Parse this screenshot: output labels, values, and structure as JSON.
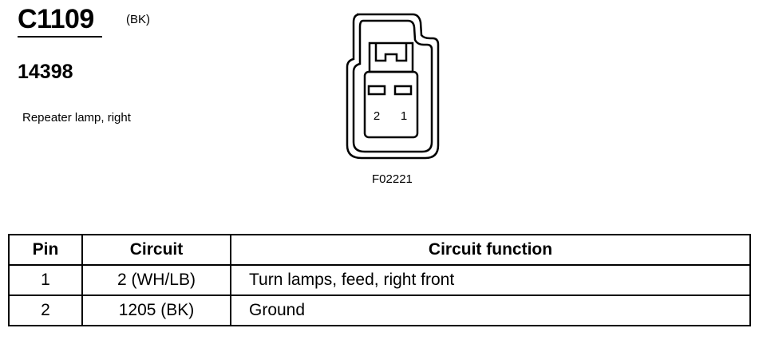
{
  "connector": {
    "id": "C1109",
    "color": "(BK)",
    "part_number": "14398",
    "description": "Repeater lamp, right"
  },
  "figure": {
    "code": "F02221",
    "pin_labels": [
      "2",
      "1"
    ]
  },
  "table": {
    "headers": [
      "Pin",
      "Circuit",
      "Circuit function"
    ],
    "rows": [
      {
        "pin": "1",
        "circuit": "2 (WH/LB)",
        "function": "Turn lamps, feed, right front"
      },
      {
        "pin": "2",
        "circuit": "1205 (BK)",
        "function": "Ground"
      }
    ]
  }
}
